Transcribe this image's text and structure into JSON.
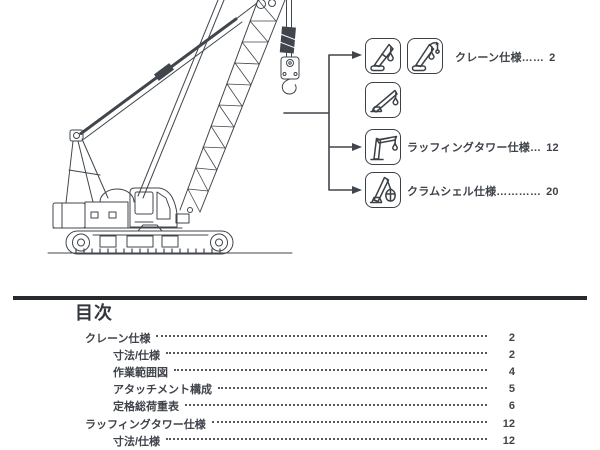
{
  "colors": {
    "line_art": "#41464c",
    "text": "#3f434a",
    "rule": "#26292e",
    "background": "#ffffff"
  },
  "figure": {
    "drawing": "crawler-crane-line-drawing",
    "attachment_rows": [
      {
        "icons": [
          "crane-boom-icon",
          "crane-boom-jib-icon"
        ],
        "label": "クレーン仕様",
        "leader": "……",
        "page": "2"
      },
      {
        "icons": [
          "lowered-boom-icon"
        ]
      },
      {
        "icons": [
          "luffing-tower-icon"
        ],
        "label": "ラッフィングタワー仕様",
        "leader": "…",
        "page": "12"
      },
      {
        "icons": [
          "clamshell-icon"
        ],
        "label": "クラムシェル仕様",
        "leader": "…………",
        "page": "20"
      }
    ]
  },
  "toc": {
    "heading": "目次",
    "entries": [
      {
        "label": "クレーン仕様",
        "page": "2",
        "indent": 0
      },
      {
        "label": "寸法/仕様",
        "page": "2",
        "indent": 1
      },
      {
        "label": "作業範囲図",
        "page": "4",
        "indent": 1
      },
      {
        "label": "アタッチメント構成",
        "page": "5",
        "indent": 1
      },
      {
        "label": "定格総荷重表",
        "page": "6",
        "indent": 1
      },
      {
        "label": "ラッフィングタワー仕様",
        "page": "12",
        "indent": 0
      },
      {
        "label": "寸法/仕様",
        "page": "12",
        "indent": 1
      }
    ]
  }
}
